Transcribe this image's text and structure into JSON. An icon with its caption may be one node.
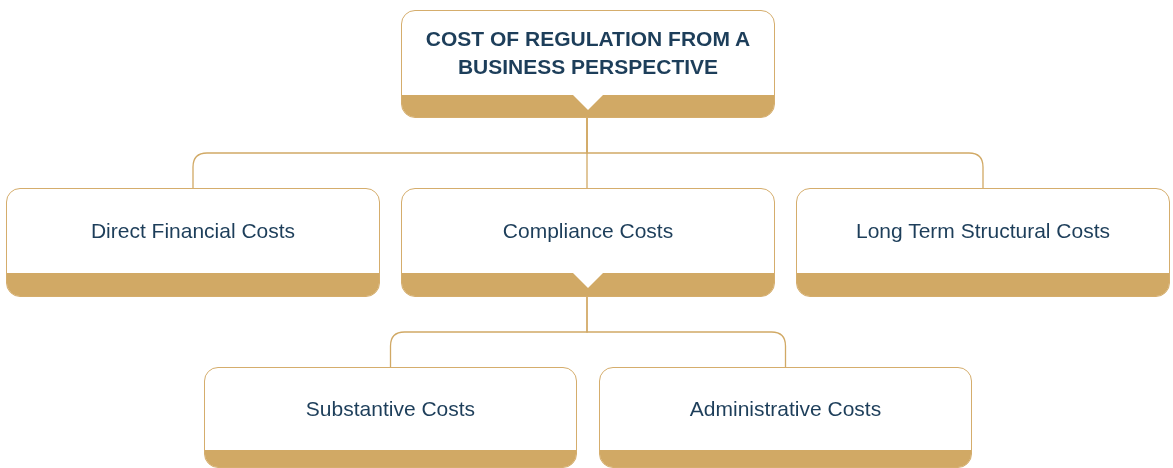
{
  "diagram": {
    "nodes": [
      {
        "text": [
          "COST OF REGULATION FROM A BUSINESS PERSPECTIVE"
        ]
      },
      {
        "text": [
          "Direct Financial Costs"
        ]
      },
      {
        "text": [
          "Compliance Costs"
        ]
      },
      {
        "text": [
          "Long Term Structural Costs"
        ]
      },
      {
        "text": [
          "Substantive Costs"
        ]
      },
      {
        "text": [
          "Administrative Costs"
        ]
      }
    ],
    "edges": [
      {
        "from": 0,
        "to": 1,
        "arrow": "none"
      },
      {
        "from": 0,
        "to": 2,
        "arrow": "none"
      },
      {
        "from": 0,
        "to": 3,
        "arrow": "none"
      },
      {
        "from": 2,
        "to": 4,
        "arrow": "none"
      },
      {
        "from": 2,
        "to": 5,
        "arrow": "none"
      }
    ]
  }
}
